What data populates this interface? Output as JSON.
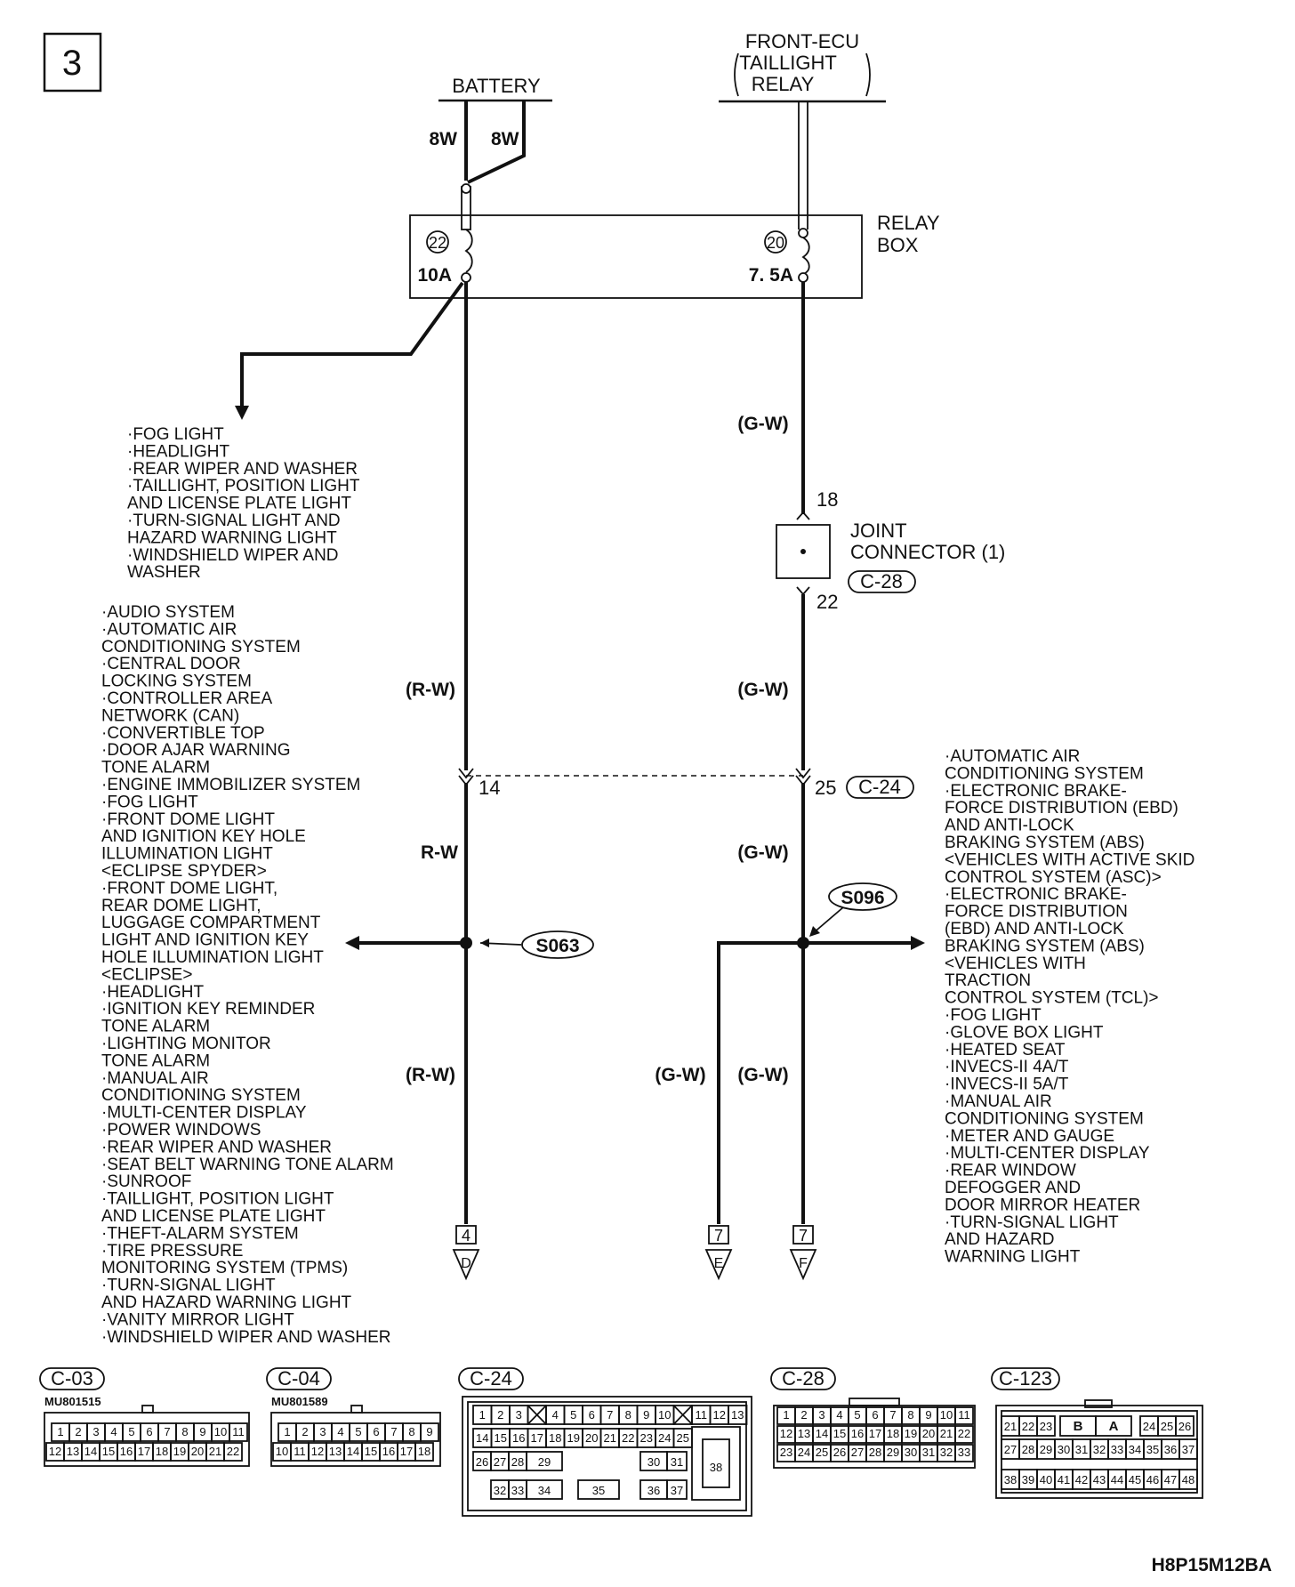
{
  "page_number": "3",
  "figure_code": "H8P15M12BA",
  "battery": {
    "label": "BATTERY",
    "wire_left": "8W",
    "wire_right": "8W"
  },
  "front_ecu": {
    "line1": "FRONT-ECU",
    "line2": "TAILLIGHT",
    "line3": "RELAY"
  },
  "relay_box": {
    "line1": "RELAY",
    "line2": "BOX",
    "fuse_left_num": "22",
    "fuse_left_amp": "10A",
    "fuse_right_num": "20",
    "fuse_right_amp": "7. 5A"
  },
  "joint_connector": {
    "line1": "JOINT",
    "line2": "CONNECTOR (1)",
    "id": "C-28",
    "pin_top": "18",
    "pin_bottom": "22"
  },
  "c24_junction": {
    "pin_left": "14",
    "pin_right": "25",
    "id": "C-24"
  },
  "splices": {
    "left": "S063",
    "right": "S096"
  },
  "wire_colors": {
    "rw_paren": "(R-W)",
    "rw": "R-W",
    "gw_paren": "(G-W)"
  },
  "terminals": [
    {
      "num": "4",
      "letter": "D"
    },
    {
      "num": "7",
      "letter": "E"
    },
    {
      "num": "7",
      "letter": "F"
    }
  ],
  "upper_left_list": [
    "·FOG LIGHT",
    "·HEADLIGHT",
    "·REAR WIPER AND WASHER",
    "·TAILLIGHT, POSITION LIGHT",
    " AND LICENSE PLATE LIGHT",
    "·TURN-SIGNAL LIGHT AND",
    " HAZARD WARNING LIGHT",
    "·WINDSHIELD WIPER AND",
    " WASHER"
  ],
  "lower_left_list": [
    "·AUDIO SYSTEM",
    "·AUTOMATIC AIR",
    " CONDITIONING SYSTEM",
    "·CENTRAL DOOR",
    " LOCKING SYSTEM",
    "·CONTROLLER AREA",
    " NETWORK (CAN)",
    "·CONVERTIBLE TOP",
    "·DOOR AJAR WARNING",
    " TONE ALARM",
    "·ENGINE IMMOBILIZER SYSTEM",
    "·FOG LIGHT",
    "·FRONT DOME LIGHT",
    " AND IGNITION KEY HOLE",
    " ILLUMINATION LIGHT",
    " <ECLIPSE SPYDER>",
    "·FRONT DOME LIGHT,",
    " REAR DOME LIGHT,",
    " LUGGAGE COMPARTMENT",
    " LIGHT AND IGNITION KEY",
    " HOLE ILLUMINATION LIGHT",
    " <ECLIPSE>",
    "·HEADLIGHT",
    "·IGNITION KEY REMINDER",
    " TONE ALARM",
    "·LIGHTING MONITOR",
    " TONE ALARM",
    "·MANUAL AIR",
    " CONDITIONING SYSTEM",
    "·MULTI-CENTER DISPLAY",
    "·POWER WINDOWS",
    "·REAR WIPER AND WASHER",
    "·SEAT BELT WARNING TONE ALARM",
    "·SUNROOF",
    "·TAILLIGHT, POSITION LIGHT",
    " AND LICENSE PLATE LIGHT",
    "·THEFT-ALARM SYSTEM",
    "·TIRE PRESSURE",
    " MONITORING SYSTEM (TPMS)",
    "·TURN-SIGNAL LIGHT",
    " AND HAZARD WARNING LIGHT",
    "·VANITY MIRROR LIGHT",
    "·WINDSHIELD WIPER AND WASHER"
  ],
  "right_list": [
    "·AUTOMATIC AIR",
    " CONDITIONING SYSTEM",
    "·ELECTRONIC BRAKE-",
    " FORCE DISTRIBUTION (EBD)",
    " AND ANTI-LOCK",
    " BRAKING SYSTEM (ABS)",
    " <VEHICLES WITH ACTIVE SKID",
    " CONTROL SYSTEM (ASC)>",
    "·ELECTRONIC BRAKE-",
    " FORCE DISTRIBUTION",
    " (EBD) AND ANTI-LOCK",
    " BRAKING SYSTEM (ABS)",
    " <VEHICLES WITH",
    " TRACTION",
    " CONTROL SYSTEM (TCL)>",
    "·FOG LIGHT",
    "·GLOVE BOX LIGHT",
    "·HEATED SEAT",
    "·INVECS-II 4A/T",
    "·INVECS-II 5A/T",
    "·MANUAL AIR",
    " CONDITIONING SYSTEM",
    "·METER AND GAUGE",
    "·MULTI-CENTER DISPLAY",
    "·REAR WINDOW",
    " DEFOGGER AND",
    " DOOR MIRROR HEATER",
    "·TURN-SIGNAL LIGHT",
    " AND HAZARD",
    " WARNING LIGHT"
  ],
  "connectors": {
    "c03": {
      "id": "C-03",
      "part": "MU801515",
      "row1": [
        "1",
        "2",
        "3",
        "4",
        "5",
        "6",
        "7",
        "8",
        "9",
        "10",
        "11"
      ],
      "row2": [
        "12",
        "13",
        "14",
        "15",
        "16",
        "17",
        "18",
        "19",
        "20",
        "21",
        "22"
      ]
    },
    "c04": {
      "id": "C-04",
      "part": "MU801589",
      "row1": [
        "1",
        "2",
        "3",
        "4",
        "5",
        "6",
        "7",
        "8",
        "9"
      ],
      "row2": [
        "10",
        "11",
        "12",
        "13",
        "14",
        "15",
        "16",
        "17",
        "18"
      ]
    },
    "c24": {
      "id": "C-24",
      "row1": [
        "1",
        "2",
        "3",
        "",
        "4",
        "5",
        "6",
        "7",
        "8",
        "9",
        "10",
        "",
        "11",
        "12",
        "13"
      ],
      "row2": [
        "14",
        "15",
        "16",
        "17",
        "18",
        "19",
        "20",
        "21",
        "22",
        "23",
        "24",
        "25"
      ],
      "row3": [
        "26",
        "27",
        "28",
        "29",
        "30",
        "31"
      ],
      "row4": [
        "32",
        "33",
        "34",
        "35",
        "36",
        "37"
      ],
      "big": "38"
    },
    "c28": {
      "id": "C-28",
      "row1": [
        "1",
        "2",
        "3",
        "4",
        "5",
        "6",
        "7",
        "8",
        "9",
        "10",
        "11"
      ],
      "row2": [
        "12",
        "13",
        "14",
        "15",
        "16",
        "17",
        "18",
        "19",
        "20",
        "21",
        "22"
      ],
      "row3": [
        "23",
        "24",
        "25",
        "26",
        "27",
        "28",
        "29",
        "30",
        "31",
        "32",
        "33"
      ]
    },
    "c123": {
      "id": "C-123",
      "row1": [
        "21",
        "22",
        "23",
        "B",
        "A",
        "24",
        "25",
        "26"
      ],
      "row2": [
        "27",
        "28",
        "29",
        "30",
        "31",
        "32",
        "33",
        "34",
        "35",
        "36",
        "37"
      ],
      "row3": [
        "38",
        "39",
        "40",
        "41",
        "42",
        "43",
        "44",
        "45",
        "46",
        "47",
        "48"
      ]
    }
  }
}
